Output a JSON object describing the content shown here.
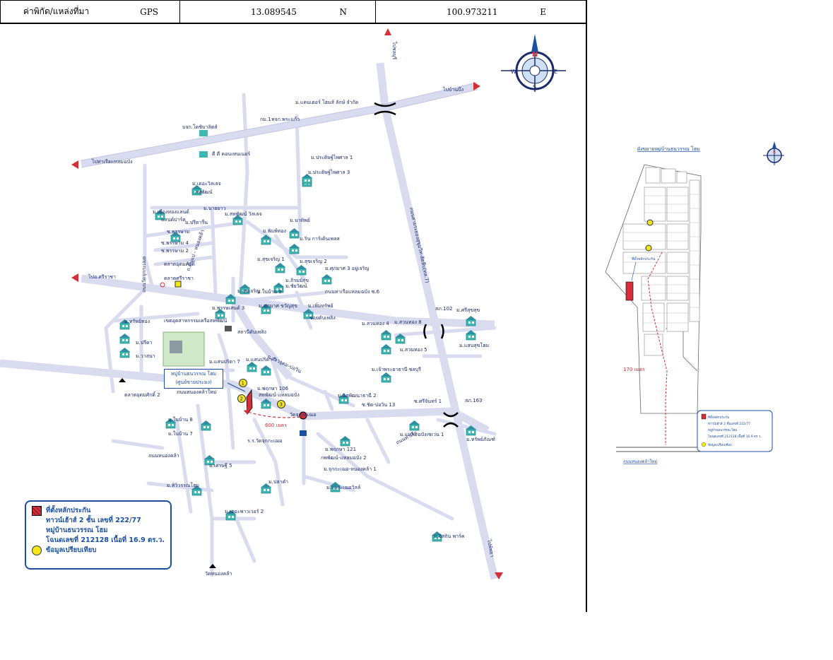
{
  "header": {
    "label": "ค่าพิกัด/แหล่งที่มา",
    "source": "GPS",
    "lat_value": "13.089545",
    "lat_dir": "N",
    "lon_value": "100.973211",
    "lon_dir": "E"
  },
  "compass": {
    "n": "N",
    "s": "S",
    "e": "E",
    "w": "W"
  },
  "directions": {
    "north": "ไปชลบุรี",
    "east": "ไปบ้านบึง",
    "west": "ไปท่าเรือแหลมฉบัง",
    "west_mid": "ไปอ.ศรีราชา",
    "south": "ไปพัทยา"
  },
  "roads": {
    "highway": "ถนนสายระยองสุขุมวิท-สัตหีบ(ทล.7)",
    "soi_6": "ถนนท่าเรือแหลมฉบัง ซ.6",
    "ao_udom": "ถ.อ่าวอุดม-บ่อวิน",
    "nong_kham": "ถนนหนองคล้าใหม่",
    "nong_kham_old": "ถนนหนองคล้า",
    "tor_kor": "ถนนท่าเรือ",
    "wat": "ถนนวัดจุกกะเฌอ",
    "ao": "ถ.ต้นแป - หนองคล้า"
  },
  "landmarks": [
    "ม.แคนเตอร์ โฮมส์ ลักษ์ จำกัด",
    "กม.1",
    "หจก.พระแก้ว",
    "บจก.โตชิบาลิตส์",
    "ดี ดี คอนเทนเนอร์",
    "ม.ประดิษฐ์ไพศาล 1",
    "ม.ประดิษฐ์ไพศาล 3",
    "ม.เดอะวิลเลจ",
    "สหพัฒน์",
    "ม.เมืองทองแลนด์",
    "แลนด์ปาร์ค",
    "ม.นายยาว",
    "ม.สหพัฒน์ วิลเลจ",
    "ม.ปรีดารื่น",
    "ม.นาทิพย์",
    "ม.พิมพ์ทอง",
    "ม.ริน การ์เด้นเพลส",
    "ซ.พรรษาม",
    "ซ.พรรษาม 4",
    "ซ.พรรษาม 2",
    "ตลาดอุดมศักดิ์",
    "ม.สุขเจริญ 1",
    "ม.สุขเจริญ 2",
    "ม.ศุภมาศ 3 อยู่เจริญ",
    "ตลาดศรีราชา",
    "ม.สุขเจริญ",
    "ม.ภิรมย์สุข",
    "ม.ในบ้าน 9",
    "ม.ชัยวัฒน์",
    "ม.ศุภมาศ ขวัญสุข",
    "ม.เพิ่มทรัพย์",
    "ม.พรรษเสนต์ 3",
    "สถานีดับเพลิง",
    "ซอยดับเพลิง",
    "ม.สวนทอง 4",
    "ม.สวนทอง 8",
    "ม.สวนทอง 5",
    "ม.ศรีสุขสุข",
    "ม.แสนสุขโฮม",
    "สภ.102",
    "ม.ทรัพย์ทอง",
    "ม.ปรีดา",
    "ม.วาสนา",
    "เขตอุตสาหกรรมเครือสหพัฒน์",
    "ม.แสนปริดา 7",
    "ม.แสนปริดา 5",
    "หมู่บ้านธนวรรณ โฮม",
    "(ศูนย์ขายประมง)",
    "ม.พฤกษา 106",
    "สหพัฒน์-แหลมฉบัง",
    "ม.เจ้าพระยาธานี ชลบุรี",
    "ม.อิสพัฒนาธานี 2",
    "ซ.ศรีจันทร์ 1",
    "ซ.ชิด-บ่อวิน 13",
    "สภ.163",
    "ม.แหลมฉบังเซเว่น 1",
    "ม.ทรัพย์ภัณฑ์",
    "ตลาดอุดมศักดิ์ 2",
    "ม.ในบ้าน 8",
    "ม.ในบ้าน 7",
    "ร.ร.วัดจุกกะเฌอ",
    "วัดจุกกะเฌอ",
    "ม.พฤกษา 121",
    "กพพัฒน์-แหลมฉบัง 2",
    "ม.จุกกะเฌอ-หนองคล้า 1",
    "ม.จุกกะเฌอวิลล์",
    "ม.เศรษฐี 5",
    "ม.ปลาคำ",
    "ม.ทิวิวรรณโฮม",
    "ม.เดอะพาวเวอร์ 2",
    "ม.อิสถิน พาร์ค",
    "วัดหนองคล้า"
  ],
  "distance_main": "600 เมตร",
  "callout": {
    "line1": "หมู่บ้านธนวรรณ โฮม",
    "line2": "(ศูนย์ขายประมง)"
  },
  "comparables": [
    "1",
    "2",
    "3"
  ],
  "legend": {
    "subject_title": "ที่ตั้งหลักประกัน",
    "subject_lines": [
      "ทาวน์เฮ้าส์ 2 ชั้น เลขที่ 222/77",
      "หมู่บ้านธนวรรณ โฮม",
      "โฉนดเลขที่ 212128 เนื้อที่ 16.9 ตร.ว."
    ],
    "comparable": "ข้อมูลเปรียบเทียบ"
  },
  "detail_map": {
    "title": "ผังขยายหมู่บ้านธนวรรณ โฮม",
    "distance": "170 เมตร",
    "road": "ถนนหนองคล้าใหม่",
    "pin_label": "ที่ตั้งหลักประกัน",
    "legend_lines": [
      "ที่ตั้งหลักประกัน",
      "ทาวน์เฮ้าส์ 2 ชั้นเลขที่ 222/77",
      "หมู่บ้านธนวรรณ โฮม",
      "โฉนดเลขที่ 212128 เนื้อที่ 16.9 ตร.ว.",
      "ข้อมูลเปรียบเทียบ"
    ]
  },
  "colors": {
    "road": "#d9dcef",
    "road_edge": "#c4c8e6",
    "text": "#1b2a6b",
    "arrow": "#d4303a",
    "legend_border": "#1b4fa0",
    "comparable": "#f5e61a",
    "house_icon": "#3fb8b0"
  }
}
